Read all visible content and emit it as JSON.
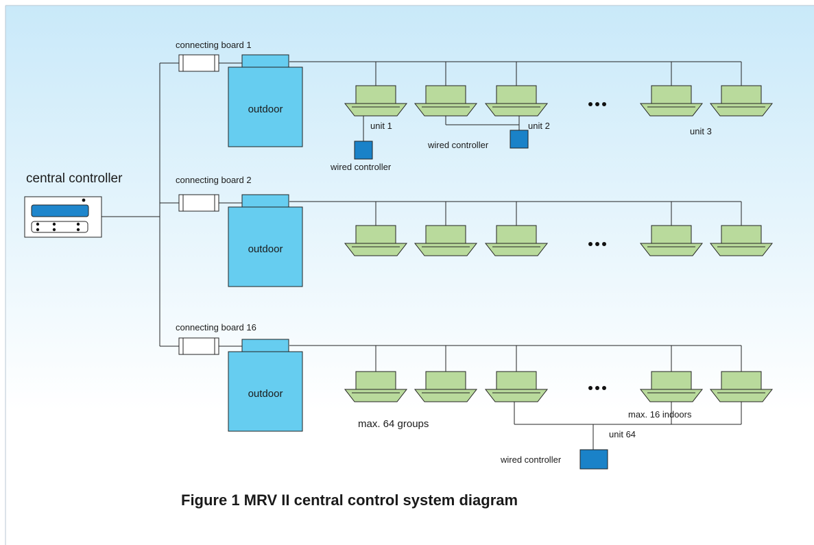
{
  "caption": "Figure 1  MRV II central control system diagram",
  "central_controller": {
    "label": "central controller"
  },
  "rows": [
    {
      "board_label": "connecting board 1",
      "outdoor_label": "outdoor",
      "unit_labels": [
        "unit 1",
        "unit 2",
        "unit 3"
      ],
      "wired_controllers": [
        "wired controller",
        "wired controller"
      ]
    },
    {
      "board_label": "connecting board 2",
      "outdoor_label": "outdoor"
    },
    {
      "board_label": "connecting board 16",
      "outdoor_label": "outdoor",
      "groups_label": "max. 64 groups",
      "indoors_label": "max. 16 indoors",
      "unit_label": "unit 64",
      "wired_controller": "wired controller"
    }
  ],
  "colors": {
    "background_top": "#c9e9f9",
    "background_bottom": "#ffffff",
    "outdoor_fill": "#66cdf0",
    "indoor_fill": "#b9da9c",
    "wired_controller_fill": "#1a82c8",
    "controller_screen": "#1f86cc"
  },
  "icons": [
    "central-controller-icon",
    "connecting-board-icon",
    "outdoor-unit-icon",
    "indoor-unit-icon",
    "wired-controller-icon",
    "ellipsis-icon"
  ]
}
